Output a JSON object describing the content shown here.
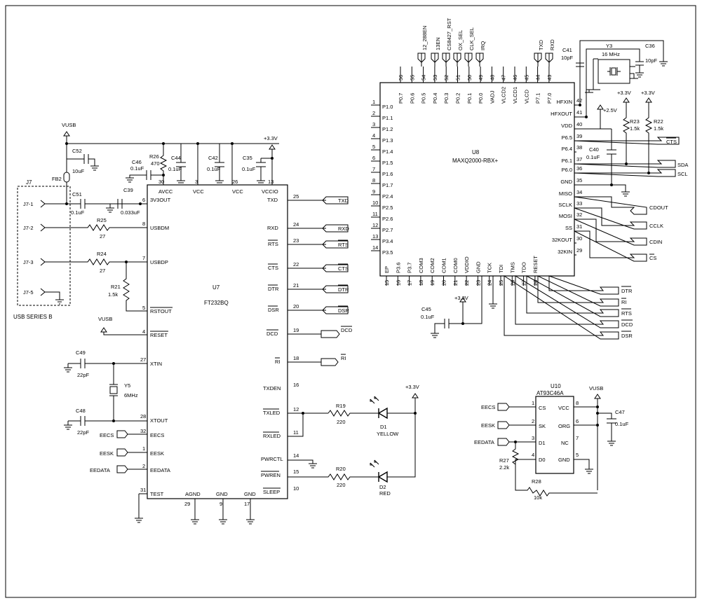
{
  "connector": {
    "ref": "J7",
    "name": "USB SERIES B",
    "pins": [
      "J7-1",
      "J7-2",
      "J7-3",
      "J7-5"
    ]
  },
  "power": {
    "vusb": "VUSB",
    "v33": "+3.3V",
    "v25": "+2.5V"
  },
  "u7": {
    "ref": "U7",
    "part": "FT232BQ",
    "left_pins": [
      {
        "num": "6",
        "name": "3V3OUT"
      },
      {
        "num": "8",
        "name": "USBDM"
      },
      {
        "num": "7",
        "name": "USBDP"
      },
      {
        "num": "5",
        "name": "RSTOUT"
      },
      {
        "num": "4",
        "name": "RESET"
      },
      {
        "num": "27",
        "name": "XTIN"
      },
      {
        "num": "28",
        "name": "XTOUT"
      },
      {
        "num": "32",
        "name": "EECS"
      },
      {
        "num": "1",
        "name": "EESK"
      },
      {
        "num": "2",
        "name": "EEDATA"
      },
      {
        "num": "31",
        "name": "TEST"
      }
    ],
    "top_pins": [
      {
        "num": "30",
        "name": "AVCC"
      },
      {
        "num": "3",
        "name": "VCC"
      },
      {
        "num": "26",
        "name": "VCC"
      },
      {
        "num": "13",
        "name": "VCCIO"
      }
    ],
    "right_pins": [
      {
        "num": "25",
        "name": "TXD"
      },
      {
        "num": "24",
        "name": "RXD"
      },
      {
        "num": "23",
        "name": "RTS"
      },
      {
        "num": "22",
        "name": "CTS"
      },
      {
        "num": "21",
        "name": "DTR"
      },
      {
        "num": "20",
        "name": "DSR"
      },
      {
        "num": "19",
        "name": "DCD"
      },
      {
        "num": "18",
        "name": "RI"
      },
      {
        "num": "16",
        "name": "TXDEN"
      },
      {
        "num": "12",
        "name": "TXLED"
      },
      {
        "num": "11",
        "name": "RXLED"
      },
      {
        "num": "14",
        "name": "PWRCTL"
      },
      {
        "num": "15",
        "name": "PWREN"
      },
      {
        "num": "10",
        "name": "SLEEP"
      }
    ],
    "bottom_pins": [
      {
        "num": "29",
        "name": "AGND"
      },
      {
        "num": "9",
        "name": "GND"
      },
      {
        "num": "17",
        "name": "GND"
      }
    ]
  },
  "u7_nets": [
    "TXD",
    "RXD",
    "RTS",
    "CTS",
    "DTR",
    "DSR",
    "DCD",
    "RI"
  ],
  "u8": {
    "ref": "U8",
    "part": "MAXQ2000-RBX+",
    "left_pins": [
      {
        "num": "1",
        "name": "P1.0"
      },
      {
        "num": "2",
        "name": "P1.1"
      },
      {
        "num": "3",
        "name": "P1.2"
      },
      {
        "num": "4",
        "name": "P1.3"
      },
      {
        "num": "5",
        "name": "P1.4"
      },
      {
        "num": "6",
        "name": "P1.5"
      },
      {
        "num": "7",
        "name": "P1.6"
      },
      {
        "num": "8",
        "name": "P1.7"
      },
      {
        "num": "9",
        "name": "P2.4"
      },
      {
        "num": "10",
        "name": "P2.5"
      },
      {
        "num": "11",
        "name": "P2.6"
      },
      {
        "num": "12",
        "name": "P2.7"
      },
      {
        "num": "13",
        "name": "P3.4"
      },
      {
        "num": "14",
        "name": "P3.5"
      }
    ],
    "top_pins": [
      {
        "num": "56",
        "name": "P0.7"
      },
      {
        "num": "55",
        "name": "P0.6"
      },
      {
        "num": "54",
        "name": "P0.5"
      },
      {
        "num": "53",
        "name": "P0.4"
      },
      {
        "num": "52",
        "name": "P0.3"
      },
      {
        "num": "51",
        "name": "P0.2"
      },
      {
        "num": "50",
        "name": "P0.1"
      },
      {
        "num": "49",
        "name": "P0.0"
      },
      {
        "num": "48",
        "name": "VADJ"
      },
      {
        "num": "47",
        "name": "VLCD2"
      },
      {
        "num": "46",
        "name": "VLCD1"
      },
      {
        "num": "45",
        "name": "VLCD"
      },
      {
        "num": "44",
        "name": "P7.1"
      },
      {
        "num": "43",
        "name": "P7.0"
      }
    ],
    "top_nets": [
      "12_288EN",
      "13EN",
      "CS8427_RST",
      "OX_SEL",
      "CLK_SEL",
      "IRQ",
      "TXD",
      "RXD"
    ],
    "right_pins": [
      {
        "num": "42",
        "name": "HFXIN"
      },
      {
        "num": "41",
        "name": "HFXOUT"
      },
      {
        "num": "40",
        "name": "VDD"
      },
      {
        "num": "39",
        "name": "P6.5"
      },
      {
        "num": "38",
        "name": "P6.4"
      },
      {
        "num": "37",
        "name": "P6.1"
      },
      {
        "num": "36",
        "name": "P6.0"
      },
      {
        "num": "35",
        "name": "GND"
      },
      {
        "num": "34",
        "name": "MISO"
      },
      {
        "num": "33",
        "name": "SCLK"
      },
      {
        "num": "32",
        "name": "MOSI"
      },
      {
        "num": "31",
        "name": "SS"
      },
      {
        "num": "30",
        "name": "32KOUT"
      },
      {
        "num": "29",
        "name": "32KIN"
      }
    ],
    "bottom_pins": [
      {
        "num": "15",
        "name": "EP"
      },
      {
        "num": "16",
        "name": "P3.6"
      },
      {
        "num": "17",
        "name": "P3.7"
      },
      {
        "num": "18",
        "name": "COM3"
      },
      {
        "num": "19",
        "name": "COM2"
      },
      {
        "num": "20",
        "name": "COM1"
      },
      {
        "num": "21",
        "name": "COM0"
      },
      {
        "num": "22",
        "name": "VDDIO"
      },
      {
        "num": "23",
        "name": "GND"
      },
      {
        "num": "24",
        "name": "TCK"
      },
      {
        "num": "25",
        "name": "TDI"
      },
      {
        "num": "26",
        "name": "TMS"
      },
      {
        "num": "27",
        "name": "TDO"
      },
      {
        "num": "28",
        "name": "RESET"
      }
    ],
    "right_nets": [
      "CTS",
      "SDA",
      "SCL",
      "CDOUT",
      "CCLK",
      "CDIN",
      "CS"
    ],
    "bottom_nets": [
      "DTR",
      "RI",
      "RTS",
      "DCD",
      "DSR"
    ]
  },
  "u10": {
    "ref": "U10",
    "part": "AT93C46A",
    "pins": [
      {
        "num": "1",
        "name": "CS"
      },
      {
        "num": "2",
        "name": "SK"
      },
      {
        "num": "3",
        "name": "D1"
      },
      {
        "num": "4",
        "name": "D0"
      },
      {
        "num": "8",
        "name": "VCC"
      },
      {
        "num": "6",
        "name": "ORG"
      },
      {
        "num": "7",
        "name": "NC"
      },
      {
        "num": "5",
        "name": "GND"
      }
    ],
    "nets": [
      "EECS",
      "EESK",
      "EEDATA"
    ]
  },
  "components": {
    "c52": {
      "ref": "C52",
      "val": "10uF"
    },
    "fb2": {
      "ref": "FB2"
    },
    "c51": {
      "ref": "C51",
      "val": "0.1uF"
    },
    "c39": {
      "ref": "C39",
      "val": "0.033uF"
    },
    "c46": {
      "ref": "C46",
      "val": "0.1uF"
    },
    "r26": {
      "ref": "R26",
      "val": "470"
    },
    "c44": {
      "ref": "C44",
      "val": "0.1uF"
    },
    "c42": {
      "ref": "C42",
      "val": "0.1uF"
    },
    "c35": {
      "ref": "C35",
      "val": "0.1uF"
    },
    "r25": {
      "ref": "R25",
      "val": "27"
    },
    "r24": {
      "ref": "R24",
      "val": "27"
    },
    "r21": {
      "ref": "R21",
      "val": "1.5k"
    },
    "c49": {
      "ref": "C49",
      "val": "22pF"
    },
    "c48": {
      "ref": "C48",
      "val": "22pF"
    },
    "y5": {
      "ref": "Y5",
      "val": "6MHz"
    },
    "r19": {
      "ref": "R19",
      "val": "220"
    },
    "r20": {
      "ref": "R20",
      "val": "220"
    },
    "d1": {
      "ref": "D1",
      "val": "YELLOW"
    },
    "d2": {
      "ref": "D2",
      "val": "RED"
    },
    "c45": {
      "ref": "C45",
      "val": "0.1uF"
    },
    "c40": {
      "ref": "C40",
      "val": "0.1uF"
    },
    "r23": {
      "ref": "R23",
      "val": "1.5k"
    },
    "r22": {
      "ref": "R22",
      "val": "1.5k"
    },
    "c41": {
      "ref": "C41",
      "val": "10pF"
    },
    "c36": {
      "ref": "C36",
      "val": "10pF"
    },
    "y3": {
      "ref": "Y3",
      "val": "16 MHz"
    },
    "r27": {
      "ref": "R27",
      "val": "2.2k"
    },
    "r28": {
      "ref": "R28",
      "val": "10k"
    },
    "c47": {
      "ref": "C47",
      "val": "0.1uF"
    }
  }
}
